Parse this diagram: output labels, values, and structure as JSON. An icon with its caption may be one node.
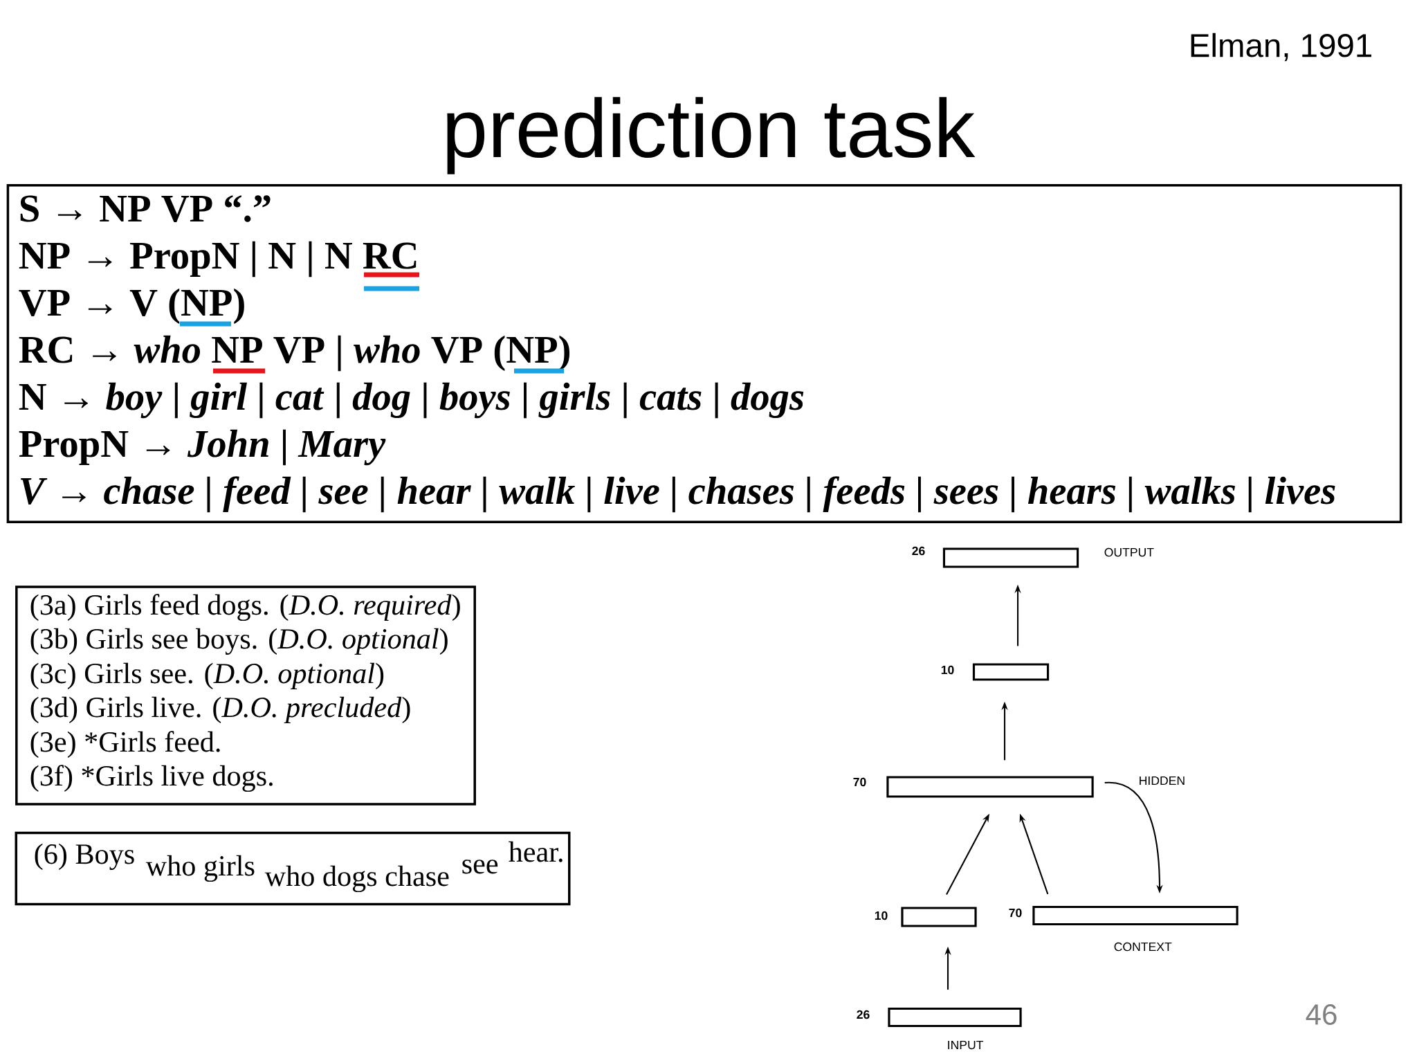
{
  "diagram": {
    "title": "prediction task",
    "nodes": [
      {
        "text": [
          "S → NP VP “.”",
          "NP → PropN | N | N RC",
          "VP → V (NP)",
          "RC → *who* NP VP | *who* VP (NP)",
          "N → *boy* | *girl* | *cat* | *dog* | *boys* | *girls* | *cats* | *dogs*",
          "PropN → *John* | *Mary*",
          "*V → chase | feed | see | hear | walk | live | chases | feeds | sees | hears | walks | lives*"
        ]
      },
      {
        "text": [
          "(3a) Girls feed dogs. (*D.O. required*)",
          "(3b) Girls see boys. (*D.O. optional*)",
          "(3c) Girls see. (*D.O. optional*)",
          "(3d) Girls live. (*D.O. precluded*)",
          "(3e) *Girls feed.",
          "(3f) *Girls live dogs."
        ]
      },
      {
        "text": [
          "(6) Boys",
          "who girls",
          "who dogs chase",
          "see",
          "hear."
        ]
      },
      {
        "text": [],
        "shape": "box",
        "beside": [
          "26"
        ]
      },
      {
        "text": [],
        "shape": "box",
        "beside": [
          "10"
        ]
      },
      {
        "text": [],
        "shape": "box",
        "beside": [
          "70"
        ]
      },
      {
        "text": [],
        "shape": "box",
        "beside": [
          "10"
        ]
      },
      {
        "text": [],
        "shape": "box",
        "beside": [
          "70",
          "CONTEXT"
        ]
      },
      {
        "text": [],
        "shape": "box",
        "beside": [
          "26",
          "INPUT"
        ]
      }
    ],
    "edges": [
      {
        "from": 8,
        "to": 6,
        "arrow": "to"
      },
      {
        "from": 6,
        "to": 5,
        "arrow": "to"
      },
      {
        "from": 7,
        "to": 5,
        "arrow": "to"
      },
      {
        "from": 5,
        "to": 4,
        "arrow": "to"
      },
      {
        "from": 4,
        "to": 3,
        "arrow": "to"
      },
      {
        "from": 5,
        "to": 7,
        "arrow": "to"
      }
    ],
    "labels": [
      "Elman, 1991",
      "OUTPUT",
      "HIDDEN",
      "46"
    ]
  }
}
